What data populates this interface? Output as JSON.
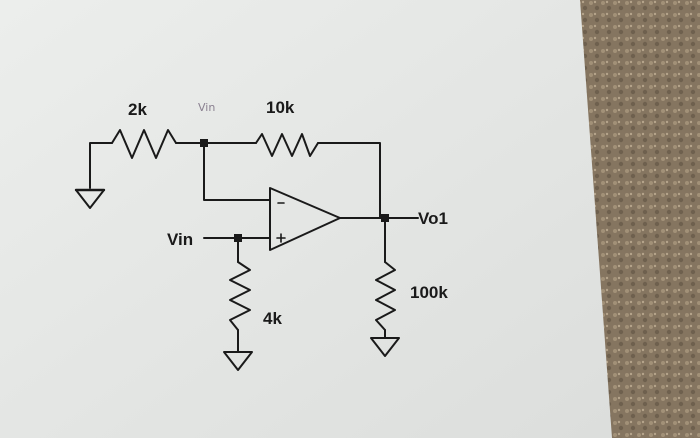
{
  "labels": {
    "r_left": "2k",
    "vin_handwritten": "Vin",
    "r_feedback": "10k",
    "vin_input": "Vin",
    "vout": "Vo1",
    "r_load": "100k",
    "r_input": "4k",
    "plus_sign": "+",
    "minus_sign": "−"
  },
  "colors": {
    "paper": "#e9eae8",
    "carpet": "#8a7a66",
    "ink": "#1a1a1a"
  }
}
